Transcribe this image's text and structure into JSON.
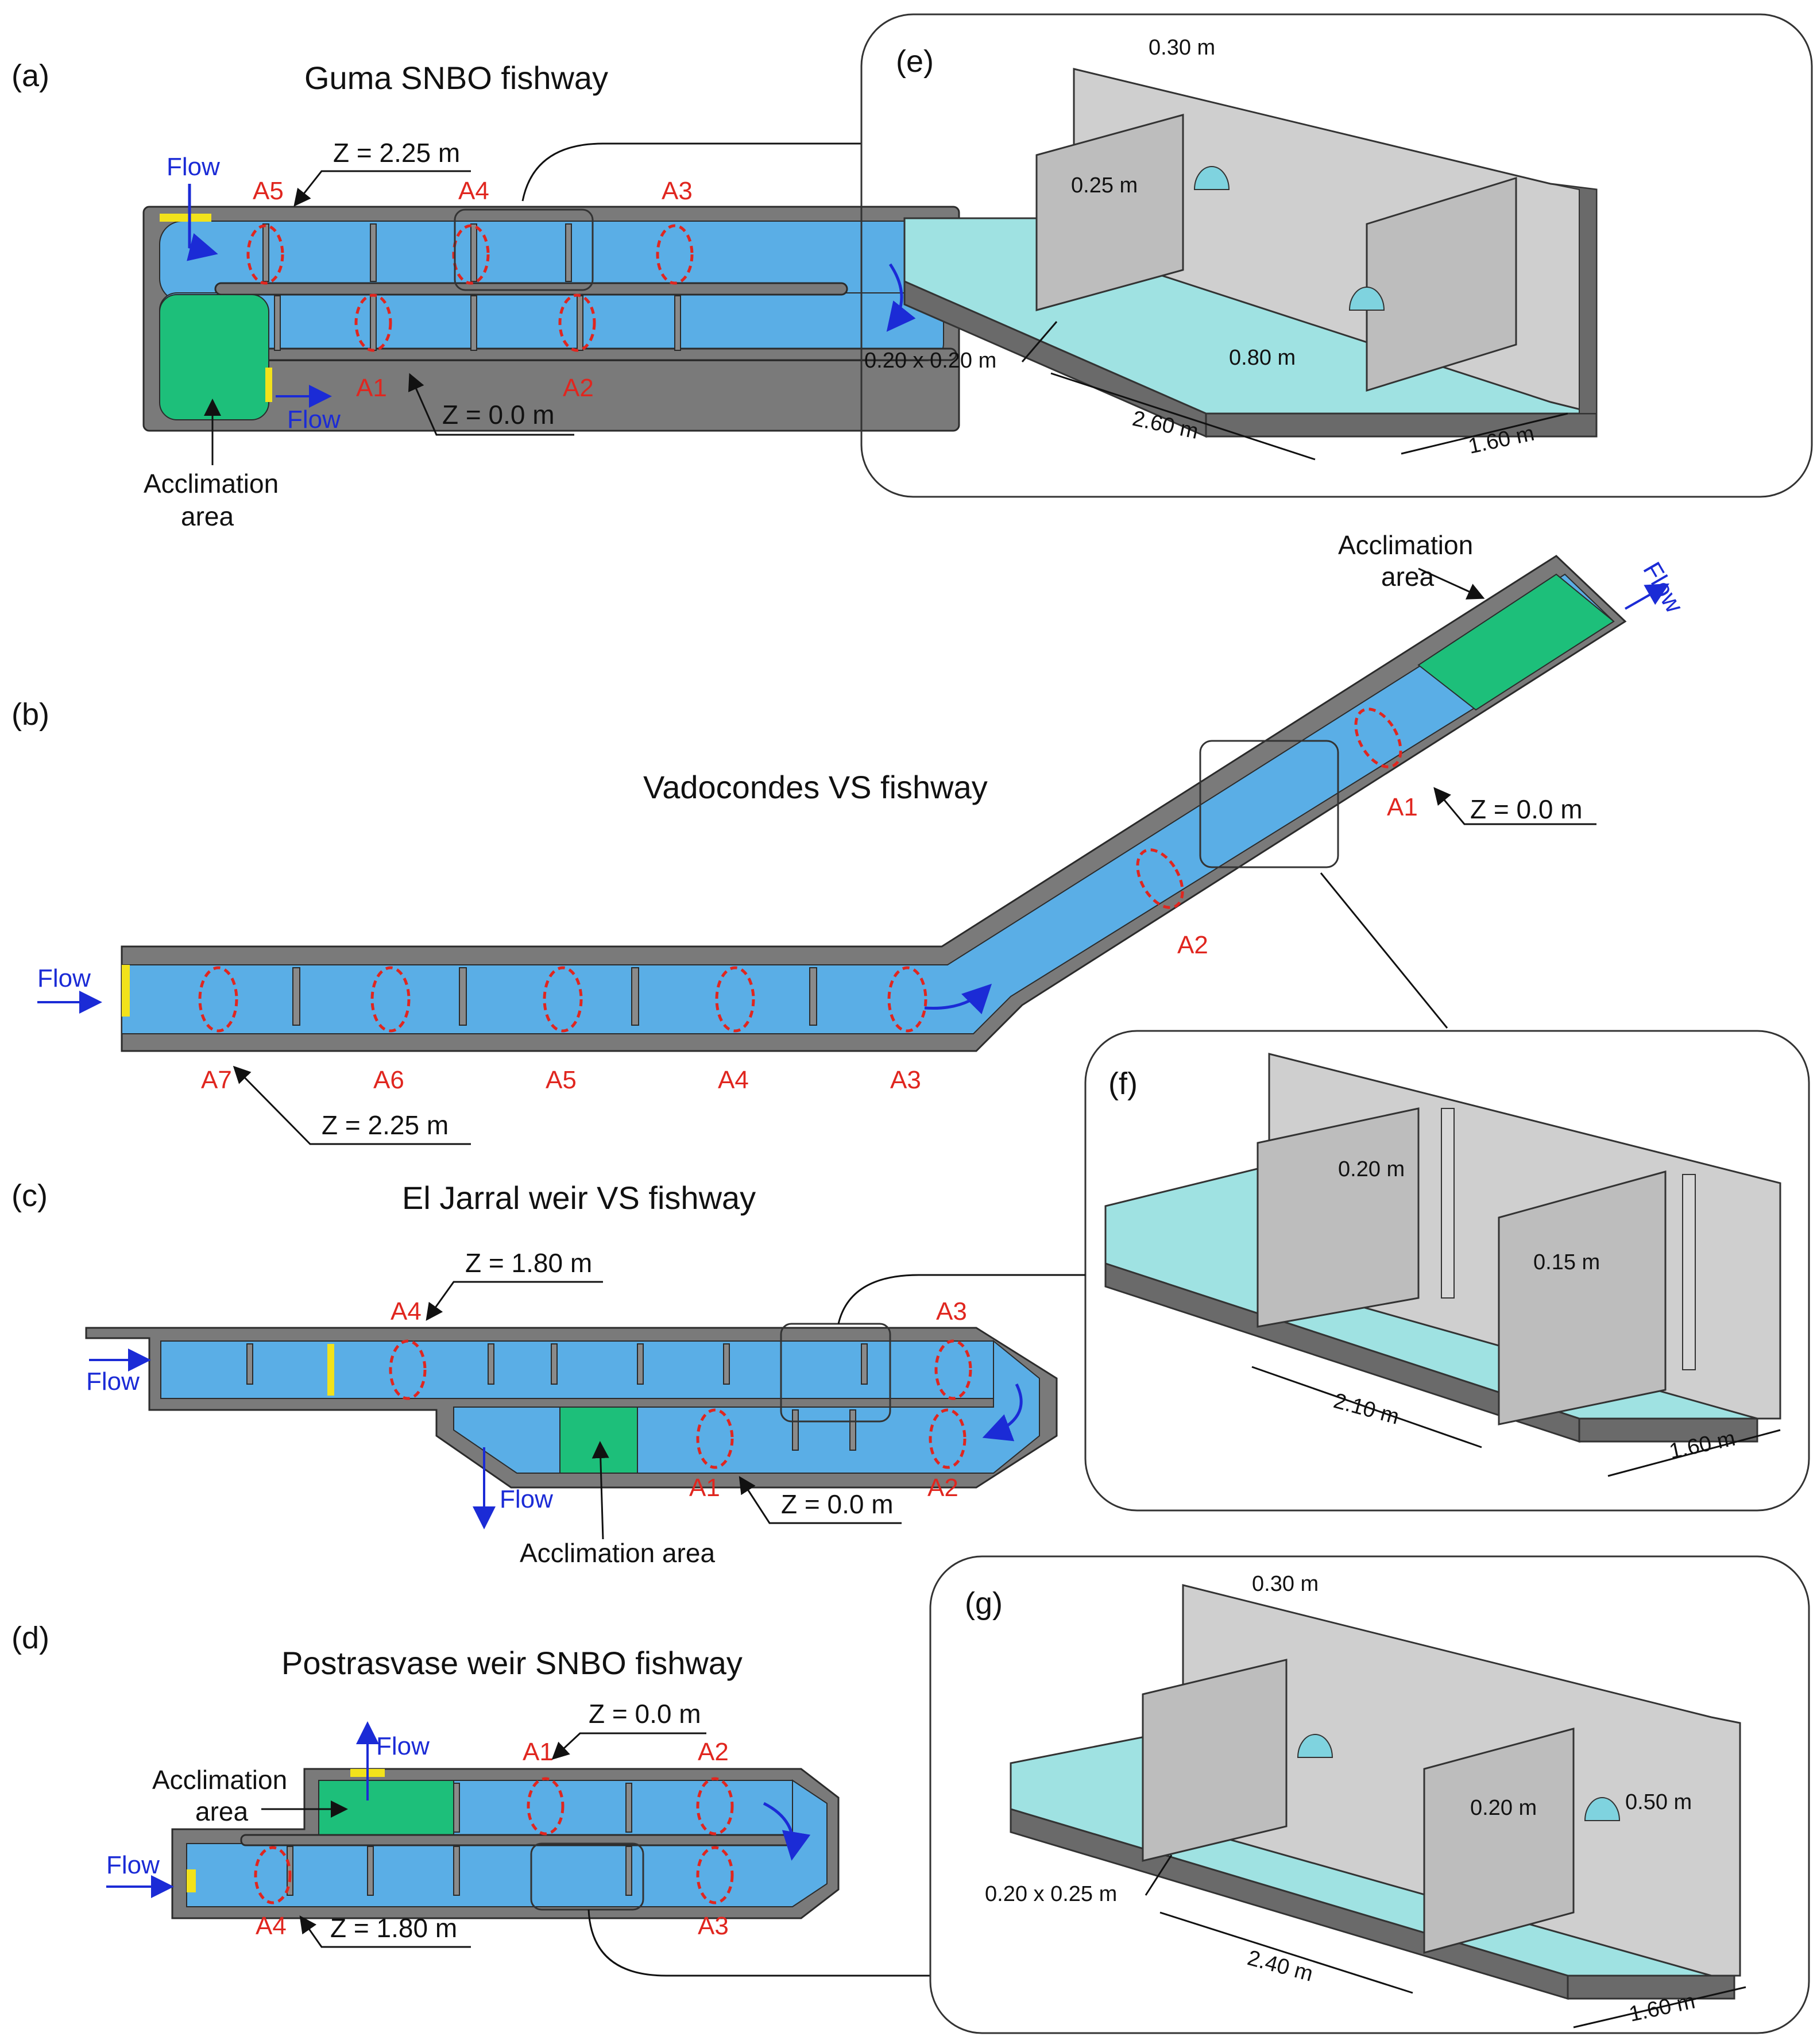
{
  "panels": {
    "a": {
      "letter": "(a)",
      "title": "Guma SNBO fishway",
      "z_top": "Z = 2.25 m",
      "z_bottom": "Z = 0.0 m",
      "flow_in": "Flow",
      "flow_out": "Flow",
      "acclimation": [
        "Acclimation",
        "area"
      ],
      "pools": [
        "A1",
        "A2",
        "A3",
        "A4",
        "A5"
      ]
    },
    "b": {
      "letter": "(b)",
      "title": "Vadocondes VS fishway",
      "z_top": "Z = 0.0 m",
      "z_bottom": "Z = 2.25 m",
      "flow_in": "Flow",
      "flow_out": "Flow",
      "acclimation": [
        "Acclimation",
        "area"
      ],
      "pools": [
        "A1",
        "A2",
        "A3",
        "A4",
        "A5",
        "A6",
        "A7"
      ]
    },
    "c": {
      "letter": "(c)",
      "title": "El Jarral weir VS fishway",
      "z_top": "Z = 1.80 m",
      "z_bottom": "Z = 0.0 m",
      "flow_in": "Flow",
      "flow_out": "Flow",
      "acclimation": "Acclimation area",
      "pools": [
        "A1",
        "A2",
        "A3",
        "A4"
      ]
    },
    "d": {
      "letter": "(d)",
      "title": "Postrasvase weir SNBO fishway",
      "z_top": "Z = 0.0 m",
      "z_bottom": "Z = 1.80 m",
      "flow_in": "Flow",
      "flow_out": "Flow",
      "acclimation": [
        "Acclimation",
        "area"
      ],
      "pools": [
        "A1",
        "A2",
        "A3",
        "A4"
      ]
    },
    "e": {
      "letter": "(e)",
      "dims": [
        "0.30 m",
        "0.25 m",
        "0.20 x 0.20 m",
        "0.80 m",
        "2.60 m",
        "1.60 m"
      ]
    },
    "f": {
      "letter": "(f)",
      "dims": [
        "0.20 m",
        "0.15 m",
        "2.10 m",
        "1.60 m"
      ]
    },
    "g": {
      "letter": "(g)",
      "dims": [
        "0.30 m",
        "0.20 m",
        "0.50 m",
        "0.20 x 0.25 m",
        "2.40 m",
        "1.60 m"
      ]
    }
  },
  "colors": {
    "water": "#5aaee6",
    "acclimation": "#1dbf7a",
    "wall": "#7a7a7a",
    "pool_marker": "#e0261f",
    "flow_arrow": "#1b2bd6",
    "gate": "#f2e21b"
  }
}
